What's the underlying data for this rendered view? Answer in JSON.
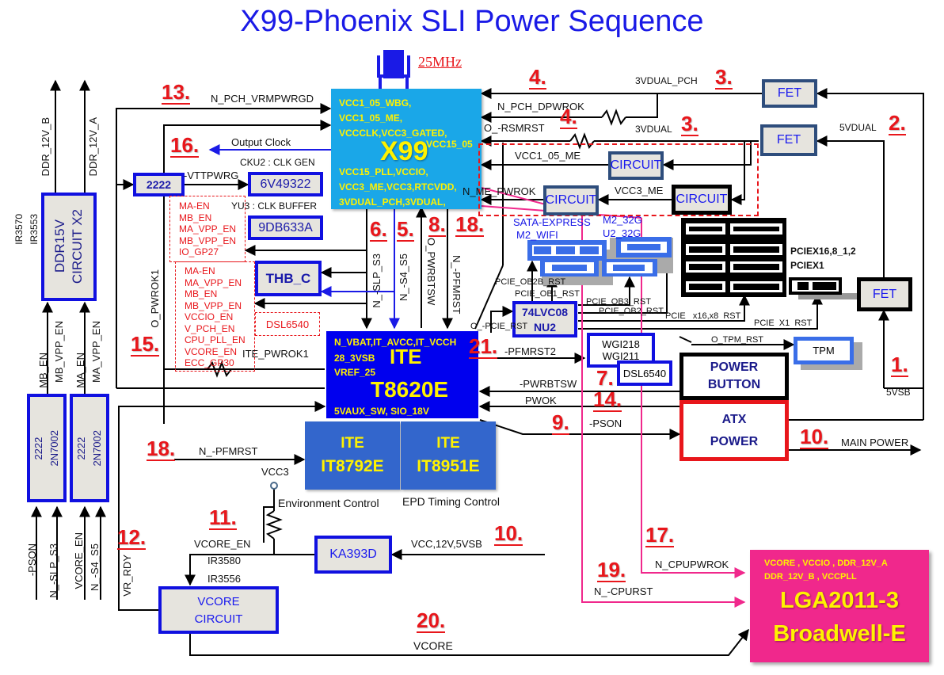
{
  "title": "X99-Phoenix SLI Power Sequence",
  "crystal": {
    "label": "25MHz"
  },
  "x99": {
    "name": "X99",
    "rails_top": [
      "VCC1_05_WBG,",
      "VCC1_05_ME,",
      "VCCCLK,VCC3_GATED,"
    ],
    "rail_right": "VCC15_05",
    "rails_bottom": [
      "VCC15_PLL,VCCIO,",
      "VCC3_ME,VCC3,RTCVDD,",
      "3VDUAL_PCH,3VDUAL,"
    ]
  },
  "ite_main": {
    "line1": "N_VBAT,IT_AVCC,IT_VCCH",
    "line2": "28_3VSB",
    "line3": "VREF_25",
    "name1": "ITE",
    "name2": "T8620E",
    "bottom": "5VAUX_SW, SIO_18V"
  },
  "ite_sub": [
    {
      "name1": "ITE",
      "name2": "IT8792E",
      "caption": "Environment Control"
    },
    {
      "name1": "ITE",
      "name2": "IT8951E",
      "caption": "EPD Timing Control"
    }
  ],
  "cpu": {
    "rails1": "VCORE , VCCIO , DDR_12V_A",
    "rails2": "DDR_12V_B , VCCPLL",
    "name1": "LGA2011-3",
    "name2": "Broadwell-E"
  },
  "boxes": {
    "fet_top": "FET",
    "fet_mid": "FET",
    "fet_right": "FET",
    "circuit_vcc105": "CIRCUIT",
    "circuit_mepwrok": "CIRCUIT",
    "circuit_vcc3me": "CIRCUIT",
    "b2222": "2222",
    "clkgen": "6V49322",
    "clkbuf": "9DB633A",
    "thb": "THB_C",
    "dsl_dashed": "DSL6540",
    "lvc_1": "74LVC08",
    "lvc_2": "NU2",
    "wgi_1": "WGI218",
    "wgi_2": "WGI211",
    "dsl_box": "DSL6540",
    "tpm": "TPM",
    "power_btn_1": "POWER",
    "power_btn_2": "BUTTON",
    "atx_1": "ATX",
    "atx_2": "POWER",
    "ddr_1": "DDR15V",
    "ddr_2": "CIRCUIT X2",
    "q1_1": "2222",
    "q1_2": "2N7002",
    "q2_1": "2222",
    "q2_2": "2N7002",
    "ka": "KA393D",
    "vcore_1": "VCORE",
    "vcore_2": "CIRCUIT"
  },
  "labels": {
    "clkgen_caption": "CKU2 : CLK GEN",
    "clkbuf_caption": "YU3 : CLK BUFFER",
    "n_pch_vrmpwrgd": "N_PCH_VRMPWRGD",
    "output_clock": "Output Clock",
    "vttpwrg": "-VTTPWRG",
    "3vdual_pch": "3VDUAL_PCH",
    "n_pch_dpwrok": "N_PCH_DPWROK",
    "o_rsmrst": "O_-RSMRST",
    "3vdual": "3VDUAL",
    "5vdual": "5VDUAL",
    "vcc1_05_me": "VCC1_05_ME",
    "n_me_pwrok": "N_ME_PWROK",
    "vcc3_me": "VCC3_ME",
    "sata_express": "SATA-EXPRESS",
    "m2_wifi": "M2_WIFI",
    "m2_32g": "M2_32G",
    "u2_32g": "U2_32G",
    "pciex16": "PCIEX16,8_1,2",
    "pciex1": "PCIEX1",
    "pcie_ob2b_rst": "PCIE_OB2B_RST",
    "pcie_ob1_rst": "PCIE_OB1_RST",
    "pcie_ob3_rst": "PCIE_OB3_RST",
    "pcie_ob2_rst": "PCIE_OB2_RST",
    "pcie_x16_rst": "PCIE   x16,x8  RST",
    "pcie_x1_rst": "PCIE  X1  RST",
    "o_pcie_rst": "O_-PCIE_RST",
    "o_tpm_rst": "O_TPM_RST",
    "n_slp_s3": "N_-SLP_S3",
    "n_s4_s5": "N_-S4_S5",
    "o_pwrbtsw": "O_PWRBTSW",
    "n_pfmrst_v": "N_-PFMRST",
    "pfmrst2": "-PFMRST2",
    "pwrbtsw": "-PWRBTSW",
    "pwok": "PWOK",
    "pson": "-PSON",
    "5vsb": "5VSB",
    "main_power": "MAIN POWER",
    "ite_pwrok1": "ITE_PWROK1",
    "o_pwrok1": "O_PWROK1",
    "n_pfmrst_h": "N_-PFMRST",
    "vcc3": "VCC3",
    "vcore_en": "VCORE_EN",
    "ir3580": "IR3580",
    "ir3556": "IR3556",
    "vcc_12v_5vsb": "VCC,12V,5VSB",
    "vr_rdy": "VR_RDY",
    "vcore": "VCORE",
    "n_cpupwrok": "N_CPUPWROK",
    "n_cpurst": "N_-CPURST",
    "ddr_12v_b": "DDR_12V_B",
    "ddr_12v_a": "DDR_12V_A",
    "ir3570": "IR3570",
    "ir3553": "IR3553",
    "mb_en": "MB_EN",
    "mb_vpp_en": "MB_VPP_EN",
    "ma_en": "MA_EN",
    "ma_vpp_en": "MA_VPP_EN",
    "pson_in": "-PSON",
    "n_slp_s3_in": "N_-SLP_S3",
    "vcore_en_in": "VCORE_EN",
    "n_s4_s5_in": "N_-S4_S5"
  },
  "enable_list_1": [
    "MA-EN",
    "MB_EN",
    "MA_VPP_EN",
    "MB_VPP_EN",
    "IO_GP27"
  ],
  "enable_list_2": [
    "MA-EN",
    "MA_VPP_EN",
    "MB_EN",
    "MB_VPP_EN",
    "VCCIO_EN",
    "V_PCH_EN",
    "CPU_PLL_EN",
    "VCORE_EN",
    "ECC_GP30"
  ],
  "steps": {
    "s1": "1.",
    "s2": "2.",
    "s3a": "3.",
    "s3b": "3.",
    "s4a": "4.",
    "s4b": "4.",
    "s5": "5.",
    "s6": "6.",
    "s7": "7.",
    "s8": "8.",
    "s9": "9.",
    "s10a": "10.",
    "s10b": "10.",
    "s11": "11.",
    "s12": "12.",
    "s13": "13.",
    "s14": "14.",
    "s15": "15.",
    "s16": "16.",
    "s17": "17.",
    "s18a": "18.",
    "s18b": "18.",
    "s19": "19.",
    "s20": "20.",
    "s21": "21."
  },
  "colors": {
    "title": "#1a1ae6",
    "step": "#e8161b",
    "x99": "#1aa7e8",
    "ite_main": "#0000ee",
    "ite_sub": "#3366cc",
    "cpu": "#f0288c",
    "rail_text": "#fff200"
  }
}
